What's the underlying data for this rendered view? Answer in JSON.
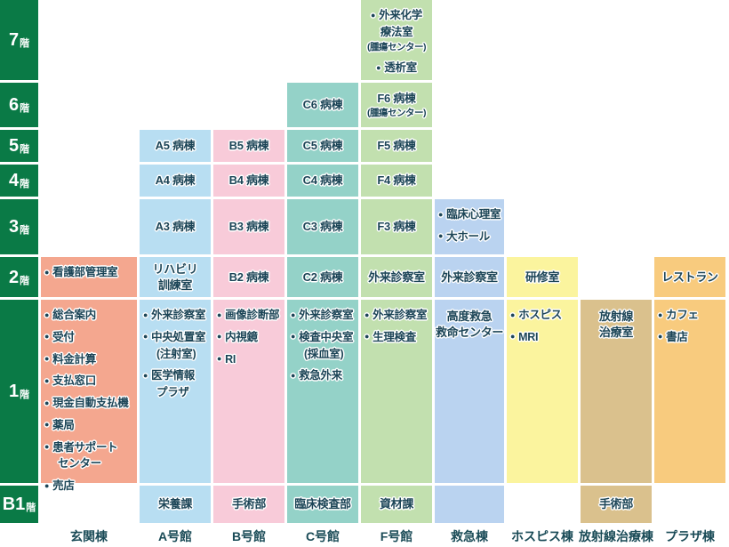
{
  "palette": {
    "background": "#FFFFFF",
    "floor_label_bg": "#0A7A46",
    "floor_label_text": "#FFFFFF",
    "cell_text": "#1C4557",
    "building_label_text": "#1A4B57"
  },
  "icons": {
    "bullet": "●"
  },
  "floors": [
    {
      "id": "7f",
      "num": "7",
      "suffix": "階"
    },
    {
      "id": "6f",
      "num": "6",
      "suffix": "階"
    },
    {
      "id": "5f",
      "num": "5",
      "suffix": "階"
    },
    {
      "id": "4f",
      "num": "4",
      "suffix": "階"
    },
    {
      "id": "3f",
      "num": "3",
      "suffix": "階"
    },
    {
      "id": "2f",
      "num": "2",
      "suffix": "階"
    },
    {
      "id": "1f",
      "num": "1",
      "suffix": "階"
    },
    {
      "id": "b1",
      "num": "B1",
      "suffix": "階"
    }
  ],
  "buildings": [
    {
      "id": "entrance",
      "label": "玄関棟",
      "color": "#F4A78F"
    },
    {
      "id": "a",
      "label": "A号館",
      "color": "#B8DEF2"
    },
    {
      "id": "b",
      "label": "B号館",
      "color": "#F8CBD9"
    },
    {
      "id": "c",
      "label": "C号館",
      "color": "#94D2C8"
    },
    {
      "id": "f",
      "label": "F号館",
      "color": "#C2E0AF"
    },
    {
      "id": "er",
      "label": "救急棟",
      "color": "#BAD3F0"
    },
    {
      "id": "hospice",
      "label": "ホスピス棟",
      "color": "#FBF49E"
    },
    {
      "id": "radiation",
      "label": "放射線治療棟",
      "color": "#DAC18D"
    },
    {
      "id": "plaza",
      "label": "プラザ棟",
      "color": "#F8CB7E"
    }
  ],
  "cells": [
    {
      "building": "f",
      "floor": "7f",
      "kind": "rooms-center",
      "items": [
        {
          "lines": [
            "外来化学",
            "療法室",
            "(腫瘍センター)"
          ]
        },
        {
          "lines": [
            "透析室"
          ]
        }
      ]
    },
    {
      "building": "c",
      "floor": "6f",
      "kind": "label",
      "lines": [
        "C6 病棟"
      ]
    },
    {
      "building": "f",
      "floor": "6f",
      "kind": "label",
      "lines": [
        "F6 病棟",
        "(腫瘍センター)"
      ]
    },
    {
      "building": "a",
      "floor": "5f",
      "kind": "label",
      "lines": [
        "A5 病棟"
      ]
    },
    {
      "building": "b",
      "floor": "5f",
      "kind": "label",
      "lines": [
        "B5 病棟"
      ]
    },
    {
      "building": "c",
      "floor": "5f",
      "kind": "label",
      "lines": [
        "C5 病棟"
      ]
    },
    {
      "building": "f",
      "floor": "5f",
      "kind": "label",
      "lines": [
        "F5 病棟"
      ]
    },
    {
      "building": "a",
      "floor": "4f",
      "kind": "label",
      "lines": [
        "A4 病棟"
      ]
    },
    {
      "building": "b",
      "floor": "4f",
      "kind": "label",
      "lines": [
        "B4 病棟"
      ]
    },
    {
      "building": "c",
      "floor": "4f",
      "kind": "label",
      "lines": [
        "C4 病棟"
      ]
    },
    {
      "building": "f",
      "floor": "4f",
      "kind": "label",
      "lines": [
        "F4 病棟"
      ]
    },
    {
      "building": "a",
      "floor": "3f",
      "kind": "label",
      "lines": [
        "A3 病棟"
      ]
    },
    {
      "building": "b",
      "floor": "3f",
      "kind": "label",
      "lines": [
        "B3 病棟"
      ]
    },
    {
      "building": "c",
      "floor": "3f",
      "kind": "label",
      "lines": [
        "C3 病棟"
      ]
    },
    {
      "building": "f",
      "floor": "3f",
      "kind": "label",
      "lines": [
        "F3 病棟"
      ]
    },
    {
      "building": "er",
      "floor": "3f",
      "kind": "rooms",
      "items": [
        {
          "lines": [
            "臨床心理室"
          ]
        },
        {
          "lines": [
            "大ホール"
          ]
        }
      ]
    },
    {
      "building": "entrance",
      "floor": "2f",
      "kind": "rooms",
      "items": [
        {
          "lines": [
            "看護部管理室"
          ]
        }
      ]
    },
    {
      "building": "a",
      "floor": "2f",
      "kind": "label",
      "lines": [
        "リハビリ",
        "訓練室"
      ]
    },
    {
      "building": "b",
      "floor": "2f",
      "kind": "label",
      "lines": [
        "B2 病棟"
      ]
    },
    {
      "building": "c",
      "floor": "2f",
      "kind": "label",
      "lines": [
        "C2 病棟"
      ]
    },
    {
      "building": "f",
      "floor": "2f",
      "kind": "label",
      "lines": [
        "外来診察室"
      ]
    },
    {
      "building": "er",
      "floor": "2f",
      "kind": "label",
      "lines": [
        "外来診察室"
      ]
    },
    {
      "building": "hospice",
      "floor": "2f",
      "kind": "label",
      "lines": [
        "研修室"
      ]
    },
    {
      "building": "plaza",
      "floor": "2f",
      "kind": "label",
      "lines": [
        "レストラン"
      ]
    },
    {
      "building": "entrance",
      "floor": "1f",
      "kind": "rooms",
      "items": [
        {
          "lines": [
            "総合案内"
          ]
        },
        {
          "lines": [
            "受付"
          ]
        },
        {
          "lines": [
            "料金計算"
          ]
        },
        {
          "lines": [
            "支払窓口"
          ]
        },
        {
          "lines": [
            "現金自動支払機"
          ]
        },
        {
          "lines": [
            "薬局"
          ]
        },
        {
          "lines": [
            "患者サポート",
            "センター"
          ]
        },
        {
          "lines": [
            "売店"
          ]
        }
      ]
    },
    {
      "building": "a",
      "floor": "1f",
      "kind": "rooms",
      "items": [
        {
          "lines": [
            "外来診察室"
          ]
        },
        {
          "lines": [
            "中央処置室",
            "(注射室)"
          ]
        },
        {
          "lines": [
            "医学情報",
            "プラザ"
          ]
        }
      ]
    },
    {
      "building": "b",
      "floor": "1f",
      "kind": "rooms",
      "items": [
        {
          "lines": [
            "画像診断部"
          ]
        },
        {
          "lines": [
            "内視鏡"
          ]
        },
        {
          "lines": [
            "RI"
          ]
        }
      ]
    },
    {
      "building": "c",
      "floor": "1f",
      "kind": "rooms",
      "items": [
        {
          "lines": [
            "外来診察室"
          ]
        },
        {
          "lines": [
            "検査中央室",
            "(採血室)"
          ]
        },
        {
          "lines": [
            "救急外来"
          ]
        }
      ]
    },
    {
      "building": "f",
      "floor": "1f",
      "kind": "rooms",
      "items": [
        {
          "lines": [
            "外来診察室"
          ]
        },
        {
          "lines": [
            "生理検査"
          ]
        }
      ]
    },
    {
      "building": "er",
      "floor": "1f",
      "kind": "label",
      "valign": "top",
      "lines": [
        "高度救急",
        "救命センター"
      ]
    },
    {
      "building": "hospice",
      "floor": "1f",
      "kind": "rooms",
      "items": [
        {
          "lines": [
            "ホスピス"
          ]
        },
        {
          "lines": [
            "MRI"
          ]
        }
      ]
    },
    {
      "building": "radiation",
      "floor": "1f",
      "kind": "label",
      "valign": "top",
      "lines": [
        "放射線",
        "治療室"
      ]
    },
    {
      "building": "plaza",
      "floor": "1f",
      "kind": "rooms",
      "items": [
        {
          "lines": [
            "カフェ"
          ]
        },
        {
          "lines": [
            "書店"
          ]
        }
      ]
    },
    {
      "building": "a",
      "floor": "b1",
      "kind": "label",
      "lines": [
        "栄養課"
      ]
    },
    {
      "building": "b",
      "floor": "b1",
      "kind": "label",
      "lines": [
        "手術部"
      ]
    },
    {
      "building": "c",
      "floor": "b1",
      "kind": "label",
      "lines": [
        "臨床検査部"
      ]
    },
    {
      "building": "f",
      "floor": "b1",
      "kind": "label",
      "lines": [
        "資材課"
      ]
    },
    {
      "building": "er",
      "floor": "b1",
      "kind": "empty"
    },
    {
      "building": "radiation",
      "floor": "b1",
      "kind": "label",
      "lines": [
        "手術部"
      ]
    }
  ]
}
